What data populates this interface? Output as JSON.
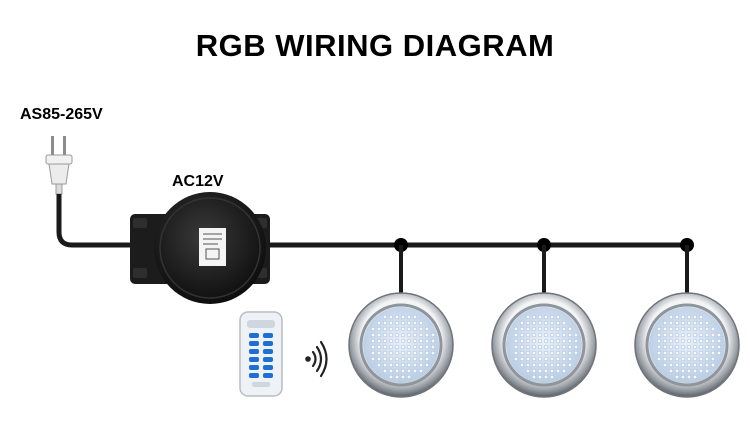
{
  "title": "RGB WIRING DIAGRAM",
  "input_label": "AS85-265V",
  "transformer_label": "AC12V",
  "light_count": 3,
  "colors": {
    "cable": "#1a1a1a",
    "transformer": "#1c1c1c",
    "plug": "#e8e8e8",
    "light_ring": "#c0c4c8",
    "light_face": "#d9e6f5",
    "led": "#f4f8ff",
    "remote": "#eef1f5",
    "remote_button": "#1d6fd1"
  },
  "icons": [
    "plug-icon",
    "transformer-icon",
    "remote-control-icon",
    "wireless-signal-icon",
    "pool-light-icon"
  ]
}
